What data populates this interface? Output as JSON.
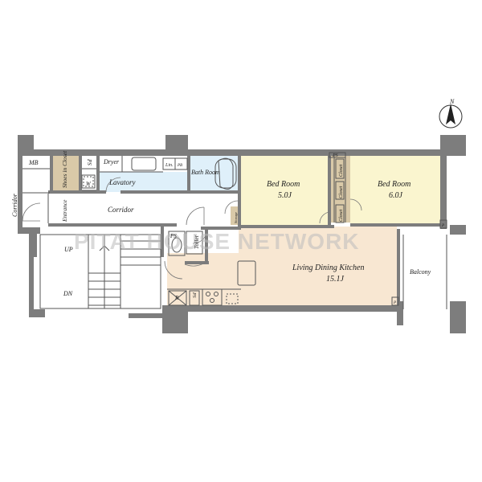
{
  "rooms": {
    "mb": "MB",
    "shoes_closet": "Shoes in Closet",
    "ps": "PS",
    "dryer": "Dryer",
    "lavatory": "Lavatory",
    "w": "W",
    "lin": "Lin.",
    "pb": "PB",
    "bath": "Bath Room",
    "bed1_name": "Bed Room",
    "bed1_size": "5.0J",
    "closet": "Closet",
    "bed2_name": "Bed Room",
    "bed2_size": "6.0J",
    "storage": "Storage",
    "corridor_left": "Corridor",
    "entrance": "Entrance",
    "corridor": "Corridor",
    "toilet": "Toilet",
    "ldk_name": "Living Dining Kitchen",
    "ldk_size": "15.1J",
    "balcony": "Balcony",
    "up": "UP",
    "dn": "DN",
    "r": "R",
    "p": "P",
    "north": "N"
  },
  "watermark": "PITAT HOUSE NETWORK",
  "colors": {
    "wall": "#7d7d7d",
    "bedroom": "#faf5cf",
    "ldk": "#f8e7d2",
    "lavatory": "#dff0fa",
    "closet": "#d9c9a8"
  }
}
